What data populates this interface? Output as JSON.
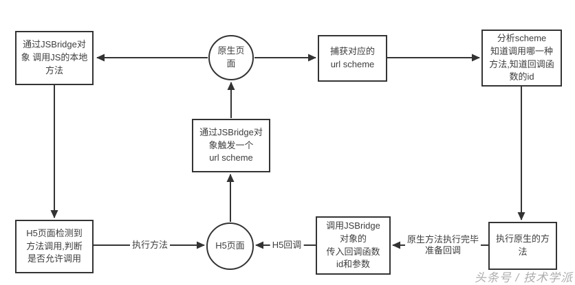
{
  "diagram": {
    "nodes": {
      "call_js": {
        "label": "通过JSBridge对\n象 调用JS的本地\n方法"
      },
      "native_page": {
        "label": "原生页\n面"
      },
      "capture": {
        "label": "捕获对应的\nurl scheme"
      },
      "analyze": {
        "label": "分析scheme\n知道调用哪一种\n方法,知道回调函\n数的id"
      },
      "trigger": {
        "label": "通过JSBridge对\n象触发一个\nurl scheme"
      },
      "h5_detect": {
        "label": "H5页面检测到\n方法调用,判断\n是否允许调用"
      },
      "h5_page": {
        "label": "H5页面"
      },
      "callback": {
        "label": "调用JSBridge\n对象的\n传入回调函数\nid和参数"
      },
      "exec_native": {
        "label": "执行原生的方\n法"
      }
    },
    "edge_labels": {
      "exec_method": "执行方法",
      "h5_callback": "H5回调",
      "native_done": "原生方法执行完毕\n准备回调"
    },
    "watermark": "头条号 / 技术学派",
    "colors": {
      "line": "#333333",
      "text": "#3d3d3d",
      "watermark": "#aeaeae",
      "background": "#ffffff"
    }
  }
}
